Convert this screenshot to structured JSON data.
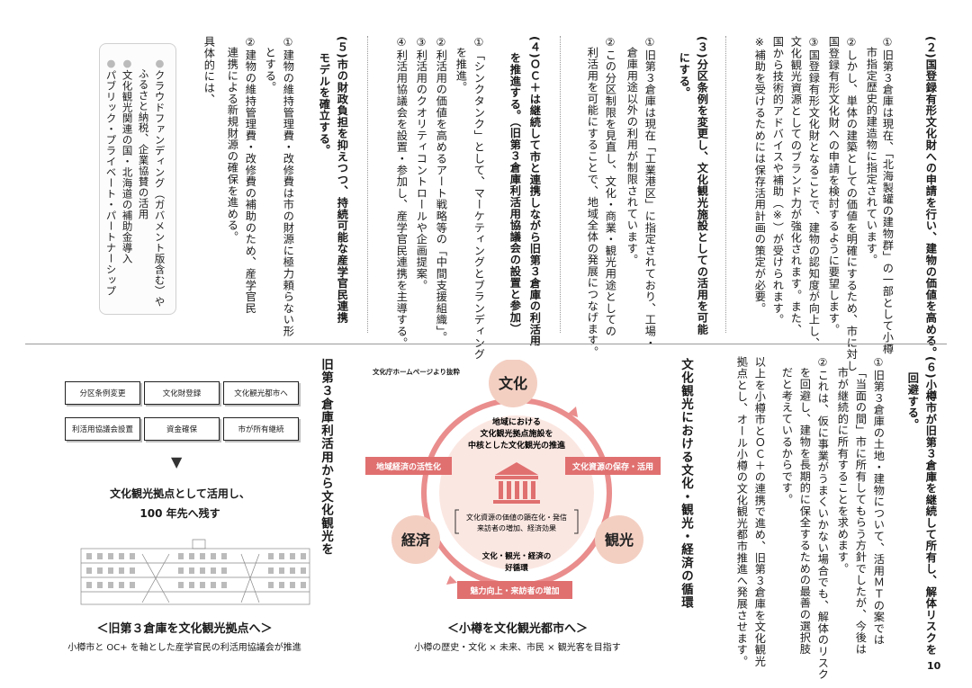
{
  "page_number": "10",
  "top": {
    "col_2_head": "(２)国登録有形文化財への申請を行い、建物の価値を高める。",
    "col_2_1": "①旧第３倉庫は現在、「北海製罐の建物群」の一部として小樽",
    "col_2_1b": "市指定歴史的建造物に指定されています。",
    "col_2_2": "②しかし、単体の建築としての価値を明確にするため、市に対し",
    "col_2_2b": "国登録有形文化財への申請を検討するように要望します。",
    "col_2_3": "③国登録有形文化財となることで、建物の認知度が向上し、",
    "col_2_3b": "文化観光資源としてのブランド力が強化されます。また、",
    "col_2_3c": "国から技術的アドバイスや補助（※）が受けられます。",
    "col_2_note": "※補助を受けるためには保存活用計画の策定が必要。",
    "col_3_head": "(３)分区条例を変更し、文化観光施設としての活用を可能",
    "col_3_headb": "にする。",
    "col_3_1": "①旧第３倉庫は現在「工業港区」に指定されており、工場・",
    "col_3_1b": "倉庫用途以外の利用が制限されています。",
    "col_3_2": "②この分区制限を見直し、文化・商業・観光用途としての",
    "col_3_2b": "利活用を可能にすることで、地域全体の発展につなげます。",
    "col_4_head": "(４)ＯＣ＋は継続して市と連携しながら旧第３倉庫の利活用",
    "col_4_headb": "を推進する。（旧第３倉庫利活用協議会の設置と参加）",
    "col_4_1": "①「シンクタンク」として、マーケティングとブランディング",
    "col_4_1b": "を推進。",
    "col_4_2": "②利活用の価値を高めるアート戦略等の「中間支援組織」。",
    "col_4_3": "③利活用のクオリティコントロールや企画提案。",
    "col_4_4": "④利活用協議会を設置・参加し、産学官民連携を主導する。",
    "col_5_head": "(５)市の財政負担を抑えつつ、持続可能な産学官民連携",
    "col_5_headb": "モデルを確立する。",
    "col_5_1": "①建物の維持管理費・改修費は市の財源に極力頼らない形",
    "col_5_1b": "とする。",
    "col_5_2": "②建物の維持管理費・改修費の補助のため、産学官民",
    "col_5_2b": "連携による新規財源の確保を進める。",
    "col_5_3": "具体的には、",
    "bullets": [
      "クラウドファンディング（ガバメント版含む）や",
      "ふるさと納税、企業協賛の活用",
      "文化観光関連の国・北海道の補助金導入",
      "パブリック・プライベート・パートナーシップ"
    ],
    "bullet_mark": "●"
  },
  "bottom": {
    "col_6_head": "(６)小樽市が旧第３倉庫を継続して所有し、解体リスクを",
    "col_6_headb": "回避する。",
    "col_6_1": "①旧第３倉庫の土地・建物について、活用ＭＴの案では",
    "col_6_1b": "「当面の間」市に所有してもらう方針でしたが、今後は",
    "col_6_1c": "市が継続的に所有することを求めます。",
    "col_6_2": "②これは、仮に事業がうまくいかない場合でも、解体のリスク",
    "col_6_2b": "を回避し、建物を長期的に保全するための最善の選択肢",
    "col_6_2c": "だと考えているからです。",
    "col_6_3": "以上を小樽市とＯＣ＋の連携で進め、旧第３倉庫を文化観光",
    "col_6_3b": "拠点とし、オール小樽の文化観光都市推進へ発展させます。",
    "cycle": {
      "vtitle": "文化観光における文化・観光・経済の循環",
      "source": "文化庁ホームページより抜粋",
      "node_culture": "文化",
      "node_tourism": "観光",
      "node_economy": "経済",
      "tag_left": "地域経済の活性化",
      "tag_right": "文化資源の保存・活用",
      "tag_bottom": "魅力向上・来訪者の増加",
      "center_1": "地域における",
      "center_2": "文化観光拠点施設を",
      "center_3": "中核とした文化観光の推進",
      "bracket_1": "文化資源の価値の顕在化・発信",
      "bracket_2": "来訪者の増加、経済効果",
      "loop_1": "文化・観光・経済の",
      "loop_2": "好循環",
      "caption": "＜小樽を文化観光都市へ＞",
      "subcaption": "小樽の歴史・文化 × 未来、市民 × 観光客を目指す"
    },
    "warehouse": {
      "vtitle": "旧第３倉庫利活用から文化観光を",
      "boxes": [
        "分区条例変更",
        "文化財登録",
        "文化観光都市へ",
        "利活用協議会設置",
        "資金確保",
        "市が所有継続"
      ],
      "arrow": "▼",
      "slogan_1": "文化観光拠点として活用し、",
      "slogan_2": "100 年先へ残す",
      "caption": "＜旧第３倉庫を文化観光拠点へ＞",
      "subcaption": "小樽市と OC+ を軸とした産学官民の利活用協議会が推進"
    },
    "colors": {
      "red": "#e07070",
      "pale": "#f6d2c9",
      "circle": "#ea8d8d"
    }
  }
}
